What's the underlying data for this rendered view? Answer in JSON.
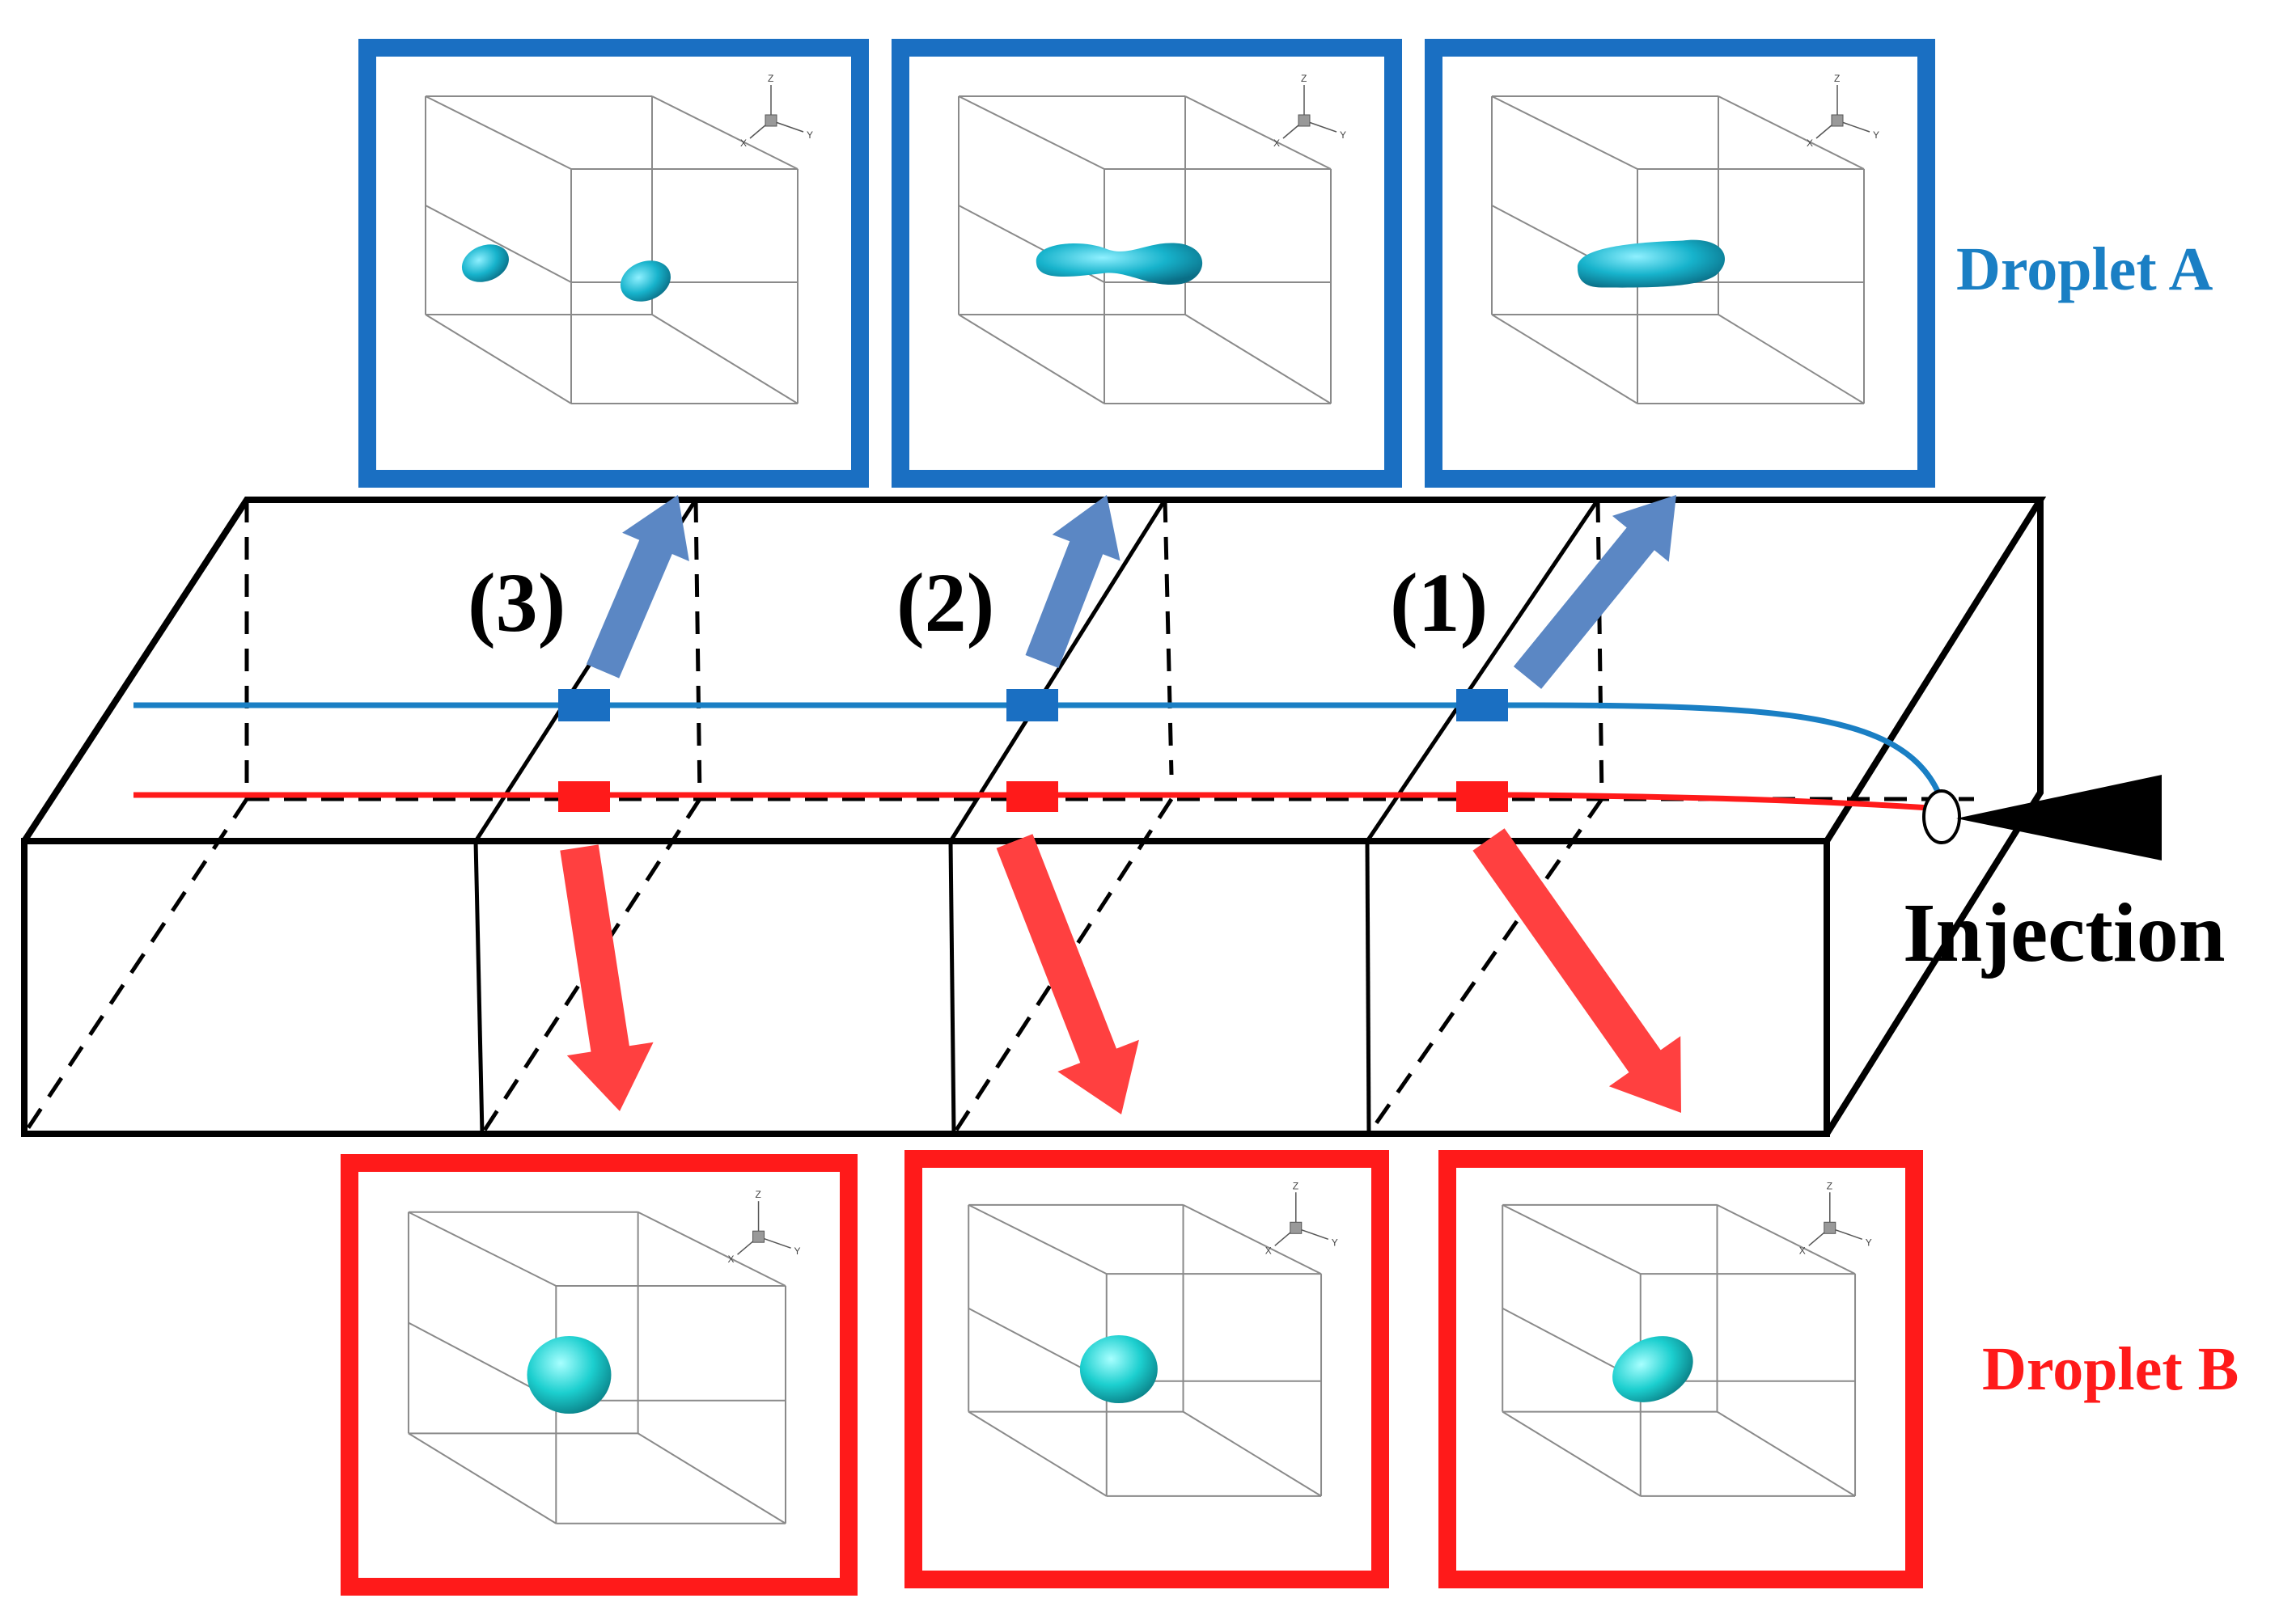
{
  "labels": {
    "droplet_a": "Droplet A",
    "droplet_b": "Droplet B",
    "injection": "Injection",
    "stages": [
      "(1)",
      "(2)",
      "(3)"
    ]
  },
  "axis_labels": {
    "z": "Z",
    "x": "X",
    "y": "Y"
  },
  "colors": {
    "droplet_a": "#1a6fc2",
    "droplet_b": "#ff1a1a",
    "arrow_a": "#5b87c4",
    "arrow_b": "#ff4040",
    "droplet_fill": "#1fb8d0",
    "channel": "#000000"
  },
  "icons": {
    "injection_nozzle": "black-triangle-nozzle",
    "axis_triad": "xyz-axis-triad-icon"
  }
}
